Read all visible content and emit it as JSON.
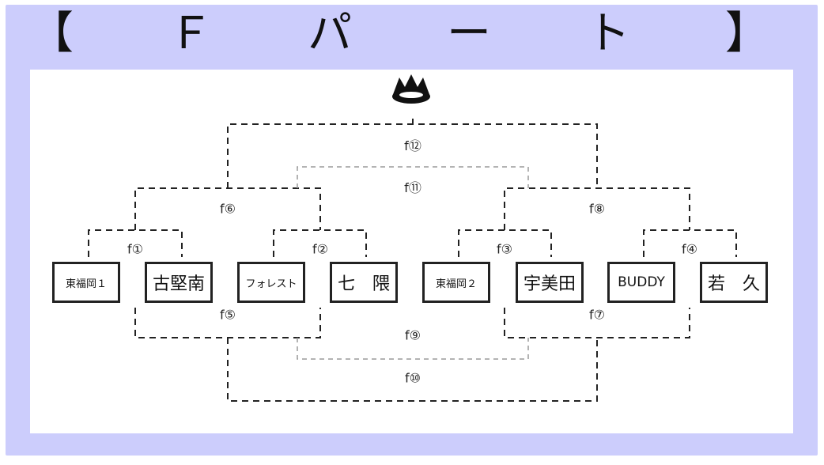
{
  "title": "【　Ｆ　パ　ー　ト　】",
  "crown_icon": "crown-icon",
  "teams": [
    "東福岡１",
    "古堅南",
    "フォレスト",
    "七　隈",
    "東福岡２",
    "宇美田",
    "BUDDY",
    "若　久"
  ],
  "matches": {
    "f1": "f①",
    "f2": "f②",
    "f3": "f③",
    "f4": "f④",
    "f5": "f⑤",
    "f6": "f⑥",
    "f7": "f⑦",
    "f8": "f⑧",
    "f9": "f⑨",
    "f10": "f⑩",
    "f11": "f⑪",
    "f12": "f⑫"
  },
  "colors": {
    "frame": "#cccdfc",
    "panel": "#ffffff",
    "line": "#222222",
    "faint_line": "#9a9a9a"
  }
}
